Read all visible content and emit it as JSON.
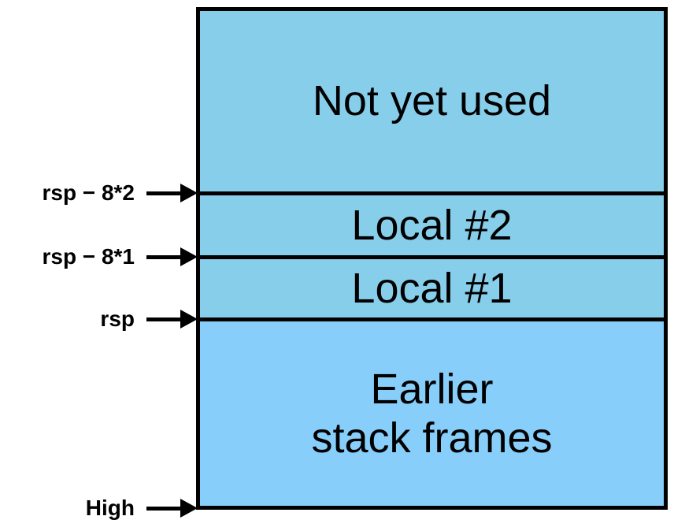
{
  "colors": {
    "background": "#FFFFFF",
    "region_fill_upper": "#87CEEB",
    "region_fill_lower": "#87CEFA",
    "line": "#000000",
    "text": "#000000"
  },
  "stack_box": {
    "regions": [
      {
        "id": "not-yet-used",
        "label": "Not yet used"
      },
      {
        "id": "local-2",
        "label": "Local #2"
      },
      {
        "id": "local-1",
        "label": "Local #1"
      },
      {
        "id": "earlier-stack-frames",
        "label": "Earlier\nstack frames"
      }
    ]
  },
  "pointers": [
    {
      "id": "rsp-minus-8x2",
      "label": "rsp − 8*2"
    },
    {
      "id": "rsp-minus-8x1",
      "label": "rsp − 8*1"
    },
    {
      "id": "rsp",
      "label": "rsp"
    },
    {
      "id": "high",
      "label": "High"
    }
  ]
}
